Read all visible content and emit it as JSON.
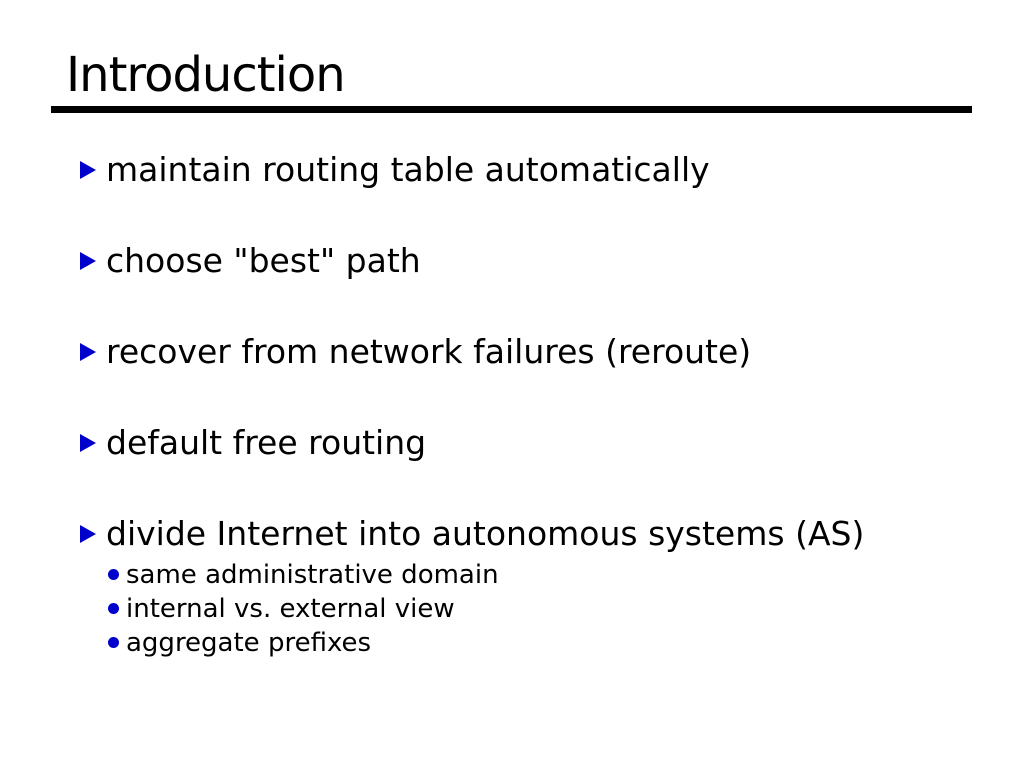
{
  "slide": {
    "title": "Introduction",
    "colors": {
      "accent": "#0000cc",
      "text": "#000000",
      "rule": "#000000"
    },
    "bullets": [
      {
        "label": "maintain routing table automatically"
      },
      {
        "label": "choose \"best\" path"
      },
      {
        "label": "recover from network failures (reroute)"
      },
      {
        "label": "default free routing"
      },
      {
        "label": "divide Internet into autonomous systems (AS)",
        "sub": [
          "same administrative domain",
          "internal vs. external view",
          "aggregate prefixes"
        ]
      }
    ]
  }
}
